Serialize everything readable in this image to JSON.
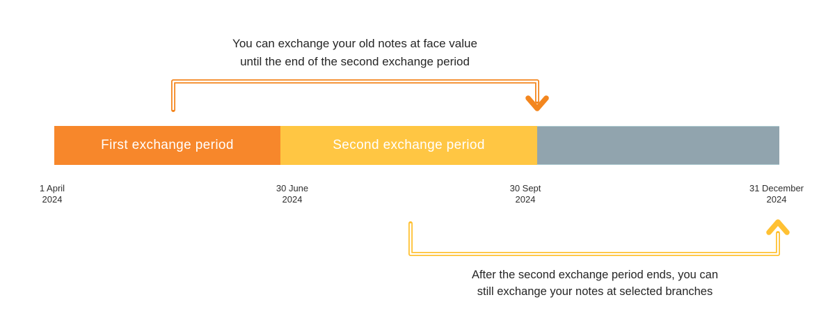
{
  "colors": {
    "first_period_bar": "#F7872B",
    "second_period_bar": "#FFC643",
    "remaining_bar": "#91A4AE",
    "top_arrow": "#F3861E",
    "bottom_arrow": "#FFC133",
    "annotation_text": "#252525",
    "bar_label_text": "#FFFFFF"
  },
  "top_annotation": {
    "line1": "You can exchange your old notes at face value",
    "line2": "until the end of the second exchange period"
  },
  "bar": {
    "segments": [
      {
        "name": "first-exchange-period",
        "label": "First exchange period"
      },
      {
        "name": "second-exchange-period",
        "label": "Second exchange period"
      },
      {
        "name": "remaining-period",
        "label": ""
      }
    ]
  },
  "ticks": [
    {
      "line1": "1 April",
      "line2": "2024"
    },
    {
      "line1": "30 June",
      "line2": "2024"
    },
    {
      "line1": "30 Sept",
      "line2": "2024"
    },
    {
      "line1": "31 December",
      "line2": "2024"
    }
  ],
  "bottom_annotation": {
    "line1": "After the second exchange period ends, you can",
    "line2": "still exchange your notes at selected branches"
  }
}
